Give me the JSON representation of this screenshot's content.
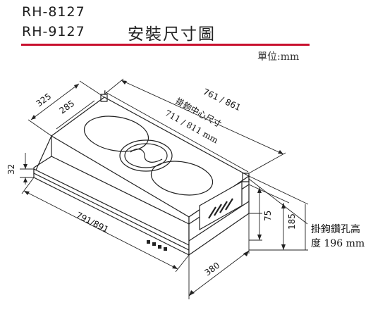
{
  "header": {
    "model_1": "RH-8127",
    "model_2": "RH-9127",
    "title": "安裝尺寸圖",
    "unit": "單位:mm"
  },
  "colors": {
    "accent_line": "#c8102e",
    "line": "#222222"
  },
  "dimensions": {
    "width_top": "761 / 861",
    "hook_center_label": "掛鉤中心尺寸",
    "hook_center_value": "711 / 811 mm",
    "depth_outer": "325",
    "depth_inner": "285",
    "front_height": "32",
    "width_bottom": "791/891",
    "depth_bottom": "380",
    "height_small": "75",
    "height_large": "185"
  },
  "note": {
    "line1": "掛鉤鑽孔高",
    "line2": "度 196 mm"
  }
}
